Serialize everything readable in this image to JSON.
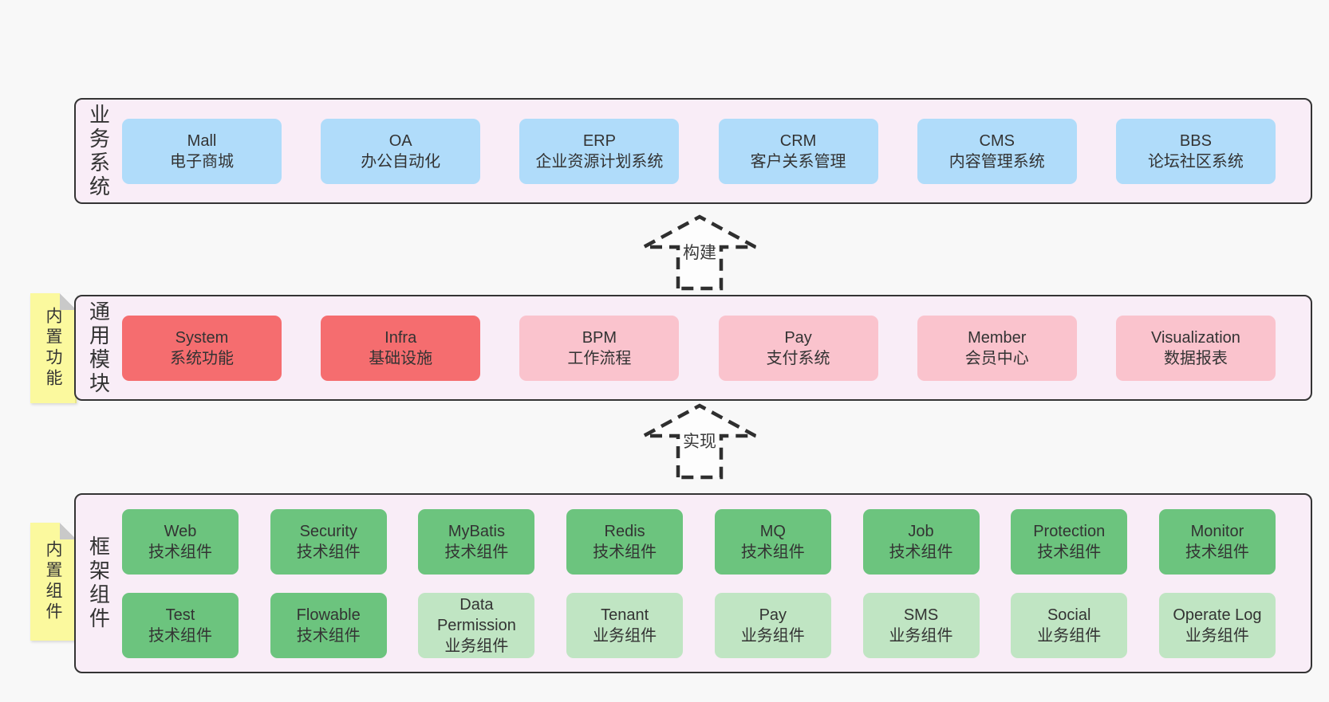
{
  "colors": {
    "page_bg": "#f8f8f8",
    "layer_bg": "#f9edf7",
    "layer_border": "#343434",
    "blue_box": "#b0dcfa",
    "red_box": "#f56d6f",
    "pink_box": "#fac3cd",
    "green_box": "#6cc47e",
    "light_green_box": "#c0e5c3",
    "note_yellow": "#fbf99e",
    "text": "#333333"
  },
  "arrows": [
    {
      "label": "构建"
    },
    {
      "label": "实现"
    }
  ],
  "notes": [
    {
      "label": "内置功能"
    },
    {
      "label": "内置组件"
    }
  ],
  "layers": [
    {
      "label": "业务系统",
      "items": [
        {
          "name": "Mall",
          "desc": "电子商城"
        },
        {
          "name": "OA",
          "desc": "办公自动化"
        },
        {
          "name": "ERP",
          "desc": "企业资源计划系统"
        },
        {
          "name": "CRM",
          "desc": "客户关系管理"
        },
        {
          "name": "CMS",
          "desc": "内容管理系统"
        },
        {
          "name": "BBS",
          "desc": "论坛社区系统"
        }
      ]
    },
    {
      "label": "通用模块",
      "items": [
        {
          "name": "System",
          "desc": "系统功能"
        },
        {
          "name": "Infra",
          "desc": "基础设施"
        },
        {
          "name": "BPM",
          "desc": "工作流程"
        },
        {
          "name": "Pay",
          "desc": "支付系统"
        },
        {
          "name": "Member",
          "desc": "会员中心"
        },
        {
          "name": "Visualization",
          "desc": "数据报表"
        }
      ]
    },
    {
      "label": "框架组件",
      "rows": [
        [
          {
            "name": "Web",
            "desc": "技术组件"
          },
          {
            "name": "Security",
            "desc": "技术组件"
          },
          {
            "name": "MyBatis",
            "desc": "技术组件"
          },
          {
            "name": "Redis",
            "desc": "技术组件"
          },
          {
            "name": "MQ",
            "desc": "技术组件"
          },
          {
            "name": "Job",
            "desc": "技术组件"
          },
          {
            "name": "Protection",
            "desc": "技术组件"
          },
          {
            "name": "Monitor",
            "desc": "技术组件"
          }
        ],
        [
          {
            "name": "Test",
            "desc": "技术组件"
          },
          {
            "name": "Flowable",
            "desc": "技术组件"
          },
          {
            "name": "Data Permission",
            "desc": "业务组件"
          },
          {
            "name": "Tenant",
            "desc": "业务组件"
          },
          {
            "name": "Pay",
            "desc": "业务组件"
          },
          {
            "name": "SMS",
            "desc": "业务组件"
          },
          {
            "name": "Social",
            "desc": "业务组件"
          },
          {
            "name": "Operate Log",
            "desc": "业务组件"
          }
        ]
      ]
    }
  ]
}
